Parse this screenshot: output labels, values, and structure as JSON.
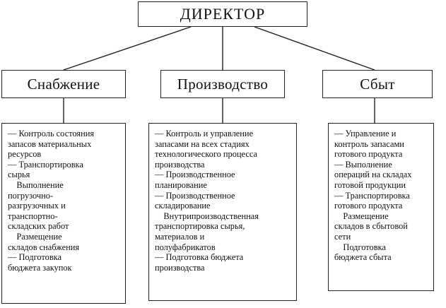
{
  "director": {
    "label": "ДИРЕКТОР"
  },
  "departments": [
    {
      "title": "Снабжение",
      "lines": [
        "— Контроль состояния",
        "запасов материальных",
        "ресурсов",
        "— Транспортировка",
        "сырья",
        "    Выполнение",
        "погрузочно-",
        "разгрузочных и",
        "транспортно-",
        "складских работ",
        "    Размещение",
        "складов снабжения",
        "— Подготовка",
        "бюджета закупок"
      ]
    },
    {
      "title": "Производство",
      "lines": [
        "— Контроль и управление",
        "запасами на всех стадиях",
        "технологического процесса",
        "производства",
        "— Производственное",
        "планирование",
        "— Производственное",
        "складирование",
        "    Внутрипроизводственная",
        "транспортировка сырья,",
        "материалов и",
        "полуфабрикатов",
        "— Подготовка бюджета",
        "производства"
      ]
    },
    {
      "title": "Сбыт",
      "lines": [
        "— Управление и",
        "контроль запасами",
        "готового продукта",
        "— Выполнение",
        "операций на складах",
        "готовой продукции",
        "— Транспортировка",
        "готового продукта",
        "    Размещение",
        "складов в сбытовой",
        "сети",
        "    Подготовка",
        "бюджета сбыта"
      ]
    }
  ]
}
